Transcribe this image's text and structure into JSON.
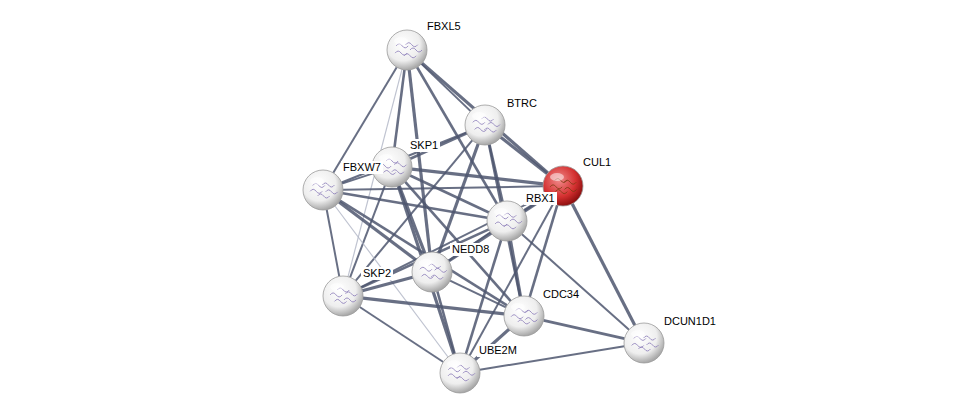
{
  "diagram": {
    "nodes": [
      {
        "text": [
          "FBXL5"
        ]
      },
      {
        "text": [
          "BTRC"
        ]
      },
      {
        "text": [
          "SKP1"
        ]
      },
      {
        "text": [
          "CUL1"
        ]
      },
      {
        "text": [
          "FBXW7"
        ]
      },
      {
        "text": [
          "RBX1"
        ]
      },
      {
        "text": [
          "NEDD8"
        ]
      },
      {
        "text": [
          "SKP2"
        ]
      },
      {
        "text": [
          "CDC34"
        ]
      },
      {
        "text": [
          "DCUN1D1"
        ]
      },
      {
        "text": [
          "UBE2M"
        ]
      }
    ],
    "edges": [
      {
        "from": 0,
        "to": 1,
        "arrow": "none"
      },
      {
        "from": 0,
        "to": 2,
        "arrow": "none"
      },
      {
        "from": 0,
        "to": 3,
        "arrow": "none"
      },
      {
        "from": 0,
        "to": 4,
        "arrow": "none"
      },
      {
        "from": 0,
        "to": 5,
        "arrow": "none"
      },
      {
        "from": 0,
        "to": 6,
        "arrow": "none"
      },
      {
        "from": 0,
        "to": 7,
        "arrow": "none"
      },
      {
        "from": 1,
        "to": 2,
        "arrow": "none"
      },
      {
        "from": 1,
        "to": 3,
        "arrow": "none"
      },
      {
        "from": 1,
        "to": 4,
        "arrow": "none"
      },
      {
        "from": 1,
        "to": 5,
        "arrow": "none"
      },
      {
        "from": 1,
        "to": 6,
        "arrow": "none"
      },
      {
        "from": 1,
        "to": 7,
        "arrow": "none"
      },
      {
        "from": 1,
        "to": 8,
        "arrow": "none"
      },
      {
        "from": 2,
        "to": 3,
        "arrow": "none"
      },
      {
        "from": 2,
        "to": 4,
        "arrow": "none"
      },
      {
        "from": 2,
        "to": 5,
        "arrow": "none"
      },
      {
        "from": 2,
        "to": 6,
        "arrow": "none"
      },
      {
        "from": 2,
        "to": 7,
        "arrow": "none"
      },
      {
        "from": 2,
        "to": 8,
        "arrow": "none"
      },
      {
        "from": 2,
        "to": 10,
        "arrow": "none"
      },
      {
        "from": 3,
        "to": 4,
        "arrow": "none"
      },
      {
        "from": 3,
        "to": 5,
        "arrow": "none"
      },
      {
        "from": 3,
        "to": 6,
        "arrow": "none"
      },
      {
        "from": 3,
        "to": 7,
        "arrow": "none"
      },
      {
        "from": 3,
        "to": 8,
        "arrow": "none"
      },
      {
        "from": 3,
        "to": 9,
        "arrow": "none"
      },
      {
        "from": 3,
        "to": 10,
        "arrow": "none"
      },
      {
        "from": 4,
        "to": 5,
        "arrow": "none"
      },
      {
        "from": 4,
        "to": 6,
        "arrow": "none"
      },
      {
        "from": 4,
        "to": 7,
        "arrow": "none"
      },
      {
        "from": 4,
        "to": 8,
        "arrow": "none"
      },
      {
        "from": 4,
        "to": 10,
        "arrow": "none"
      },
      {
        "from": 5,
        "to": 6,
        "arrow": "none"
      },
      {
        "from": 5,
        "to": 7,
        "arrow": "none"
      },
      {
        "from": 5,
        "to": 8,
        "arrow": "none"
      },
      {
        "from": 5,
        "to": 9,
        "arrow": "none"
      },
      {
        "from": 5,
        "to": 10,
        "arrow": "none"
      },
      {
        "from": 6,
        "to": 7,
        "arrow": "none"
      },
      {
        "from": 6,
        "to": 8,
        "arrow": "none"
      },
      {
        "from": 6,
        "to": 10,
        "arrow": "none"
      },
      {
        "from": 7,
        "to": 8,
        "arrow": "none"
      },
      {
        "from": 7,
        "to": 10,
        "arrow": "none"
      },
      {
        "from": 8,
        "to": 9,
        "arrow": "none"
      },
      {
        "from": 8,
        "to": 10,
        "arrow": "none"
      },
      {
        "from": 9,
        "to": 10,
        "arrow": "none"
      }
    ]
  }
}
